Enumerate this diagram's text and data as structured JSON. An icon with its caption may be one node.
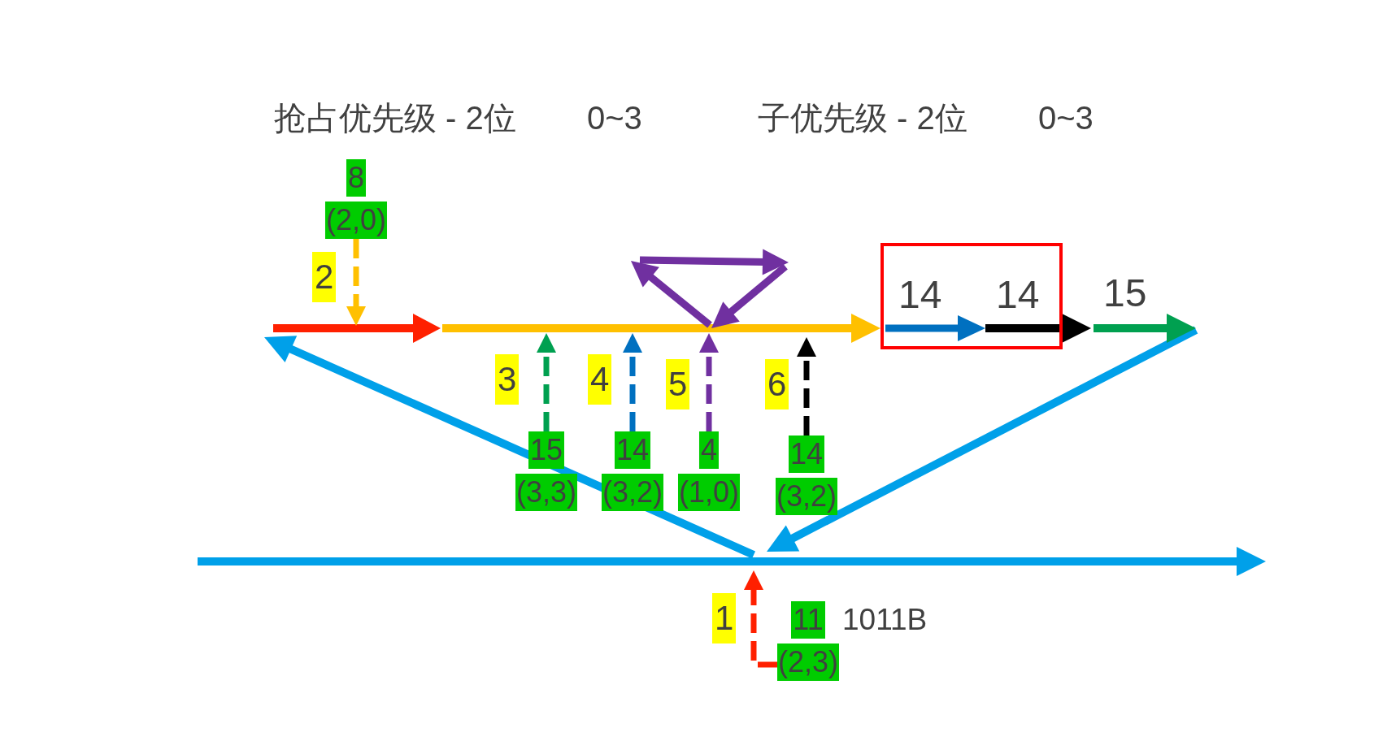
{
  "diagram": {
    "nodes": [
      {
        "text": [
          "8",
          "(2,0)"
        ]
      },
      {
        "text": [
          "14",
          "14"
        ]
      },
      {
        "text": [
          "15",
          "(3,3)"
        ]
      },
      {
        "text": [
          "14",
          "(3,2)"
        ]
      },
      {
        "text": [
          "4",
          "(1,0)"
        ]
      },
      {
        "text": [
          "14",
          "(3,2)"
        ]
      },
      {
        "text": [
          "11",
          "(2,3)"
        ],
        "beside": [
          "1011B"
        ]
      }
    ],
    "edges": [
      {
        "from": 0,
        "to": null,
        "arrow": "to",
        "label": "2",
        "style": "dashed",
        "color": "#ffc000"
      },
      {
        "from": null,
        "to": 1,
        "arrow": "to",
        "color": "#ffc000"
      },
      {
        "from": 1,
        "to": null,
        "arrow": "to",
        "color": "#00a050"
      },
      {
        "from": 2,
        "to": null,
        "arrow": "to",
        "label": "3",
        "style": "dashed",
        "color": "#00a050"
      },
      {
        "from": 3,
        "to": null,
        "arrow": "to",
        "label": "4",
        "style": "dashed",
        "color": "#0070c0"
      },
      {
        "from": 4,
        "to": null,
        "arrow": "to",
        "label": "5",
        "style": "dashed",
        "color": "#7030a0"
      },
      {
        "from": 5,
        "to": null,
        "arrow": "to",
        "label": "6",
        "style": "dashed",
        "color": "#000000"
      },
      {
        "from": 6,
        "to": null,
        "arrow": "to",
        "label": "1",
        "style": "dashed",
        "color": "#ff2000"
      }
    ],
    "labels": [
      "抢占优先级 - 2位",
      "0~3",
      "子优先级 - 2位",
      "0~3",
      "15"
    ]
  }
}
